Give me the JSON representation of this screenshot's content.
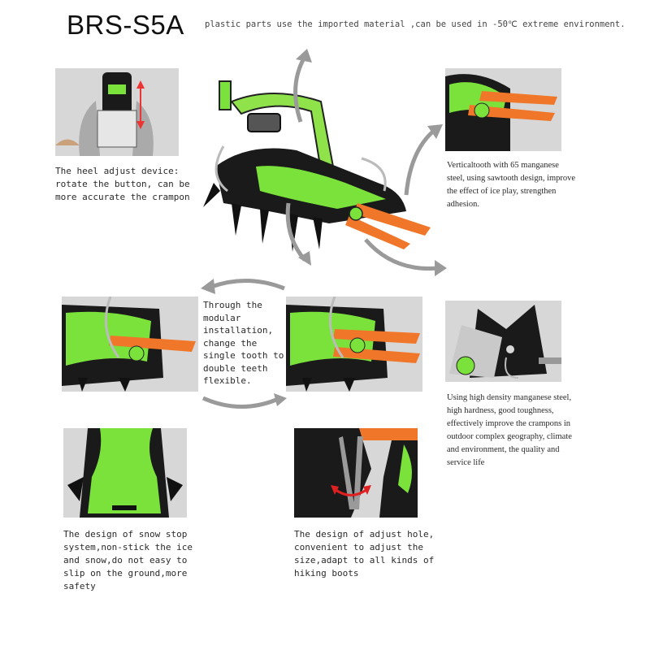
{
  "title": "BRS-S5A",
  "header_note": "plastic parts use the imported material ,can be used in -50℃ extreme environment.",
  "captions": {
    "heel": "The heel adjust device: rotate the button, can be more accurate the crampon",
    "vertical_tooth": "Verticaltooth with 65 manganese steel, using sawtooth design, improve the effect of ice play, strengthen adhesion.",
    "modular": "Through the modular installation, change the single tooth to double teeth flexible.",
    "manganese": "Using high density manganese steel, high hardness, good toughness, effectively improve the crampons in outdoor complex geography, climate and environment, the quality and service life",
    "snow_stop": "The design of snow stop system,non-stick the ice and snow,do not easy to slip on the ground,more safety",
    "adjust_hole": "The design of adjust hole, convenient to adjust the size,adapt to all kinds of hiking boots"
  },
  "colors": {
    "accent_green": "#7ae23a",
    "accent_orange": "#f0772a",
    "frame_black": "#1a1a1a",
    "photo_bg": "#d7d7d7",
    "arrow_gray": "#9a9a9a"
  }
}
